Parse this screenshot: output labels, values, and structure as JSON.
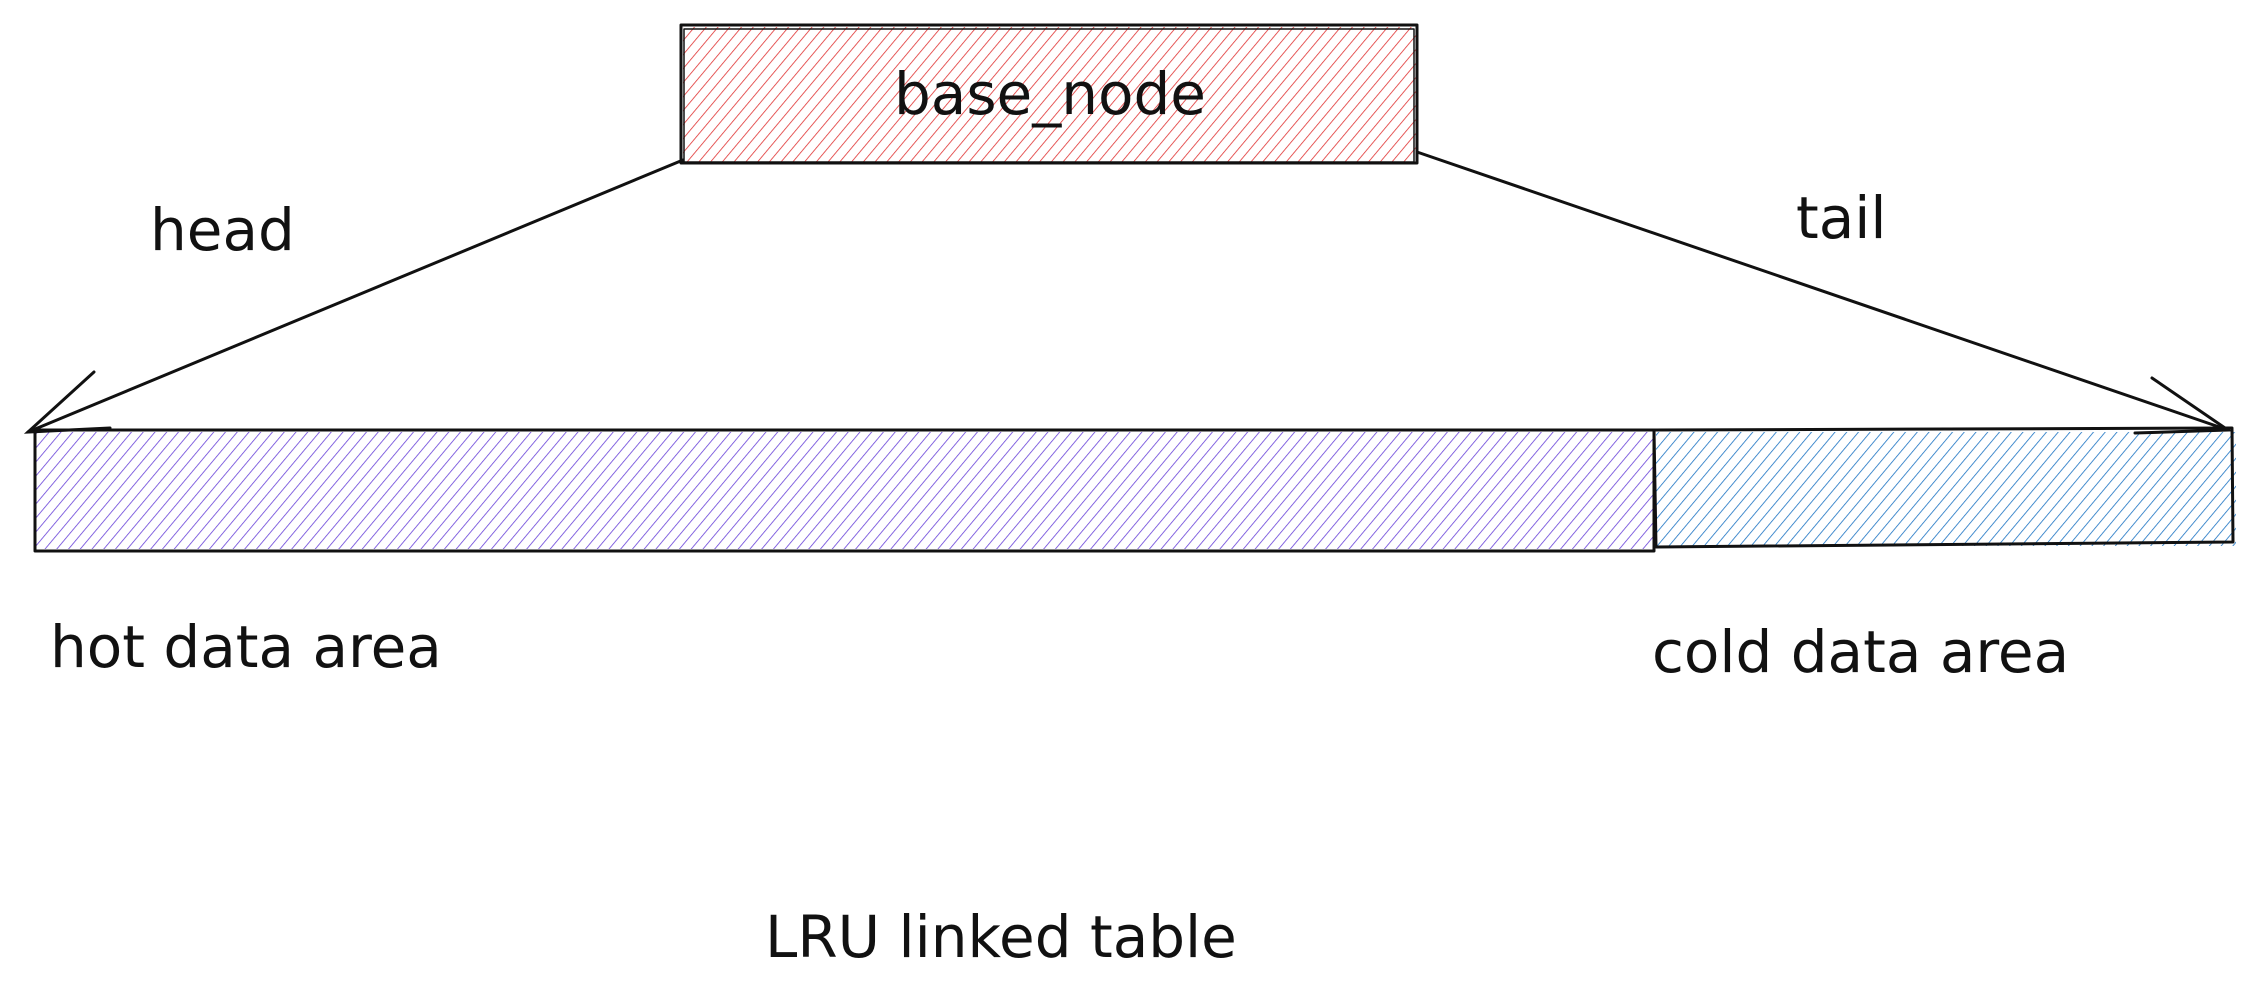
{
  "colors": {
    "base_node": "#e03131",
    "hot_area": "#6741d9",
    "cold_area": "#1971c2",
    "ink": "#111111"
  },
  "nodes": {
    "base_node": "base_node",
    "hot_area": "hot data area",
    "cold_area": "cold data area"
  },
  "edges": {
    "head": "head",
    "tail": "tail"
  },
  "caption": "LRU linked table"
}
